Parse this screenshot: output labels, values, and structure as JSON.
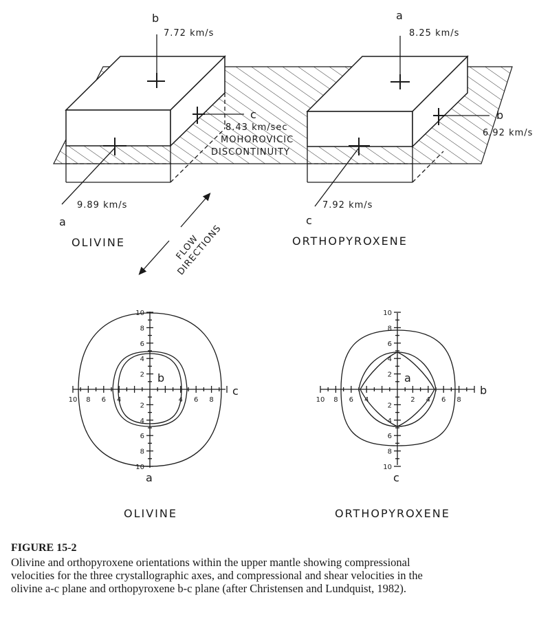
{
  "figure": {
    "number": "FIGURE 15-2",
    "caption_lines": [
      "Olivine and orthopyroxene orientations within the upper mantle showing compressional",
      "velocities for the three crystallographic axes, and compressional and shear velocities in the",
      "olivine a-c plane and orthopyroxene b-c plane (after Christensen and Lundquist, 1982)."
    ]
  },
  "top_diagram": {
    "olivine": {
      "name": "OLIVINE",
      "axis_b": {
        "label": "b",
        "velocity": "7.72 km/s"
      },
      "axis_c": {
        "label": "c",
        "velocity": "8.43 km/sec"
      },
      "axis_a": {
        "label": "a",
        "velocity": "9.89 km/s"
      }
    },
    "orthopyroxene": {
      "name": "ORTHOPYROXENE",
      "axis_a": {
        "label": "a",
        "velocity": "8.25 km/s"
      },
      "axis_b": {
        "label": "b",
        "velocity": "6.92 km/s"
      },
      "axis_c": {
        "label": "c",
        "velocity": "7.92 km/s"
      }
    },
    "moho_line1": "MOHOROVICIC",
    "moho_line2": "DISCONTINUITY",
    "flow_line1": "FLOW",
    "flow_line2": "DIRECTIONS"
  },
  "polar_plots": {
    "olivine": {
      "name": "OLIVINE",
      "center_label": "b",
      "horizontal_axis_label": "c",
      "vertical_axis_label": "a",
      "tick_labels": [
        "10",
        "8",
        "6",
        "4",
        "2",
        "2",
        "4",
        "6",
        "8",
        "10"
      ],
      "vertical_tick_labels_top": [
        "10",
        "8",
        "6",
        "4",
        "2"
      ],
      "vertical_tick_labels_bottom": [
        "2",
        "4",
        "6",
        "8",
        "10"
      ],
      "horizontal_tick_labels_left": [
        "10",
        "8",
        "6",
        "4"
      ],
      "horizontal_tick_labels_right": [
        "4",
        "6",
        "8"
      ]
    },
    "orthopyroxene": {
      "name": "ORTHOPYROXENE",
      "center_label": "a",
      "horizontal_axis_label": "b",
      "vertical_axis_label": "c",
      "vertical_tick_labels_top": [
        "10",
        "8",
        "6",
        "4",
        "2"
      ],
      "vertical_tick_labels_bottom": [
        "2",
        "4",
        "6",
        "8",
        "10"
      ],
      "horizontal_tick_labels_left": [
        "10",
        "8",
        "6",
        "4"
      ],
      "horizontal_tick_labels_right": [
        "2",
        "4",
        "6",
        "8"
      ]
    }
  }
}
